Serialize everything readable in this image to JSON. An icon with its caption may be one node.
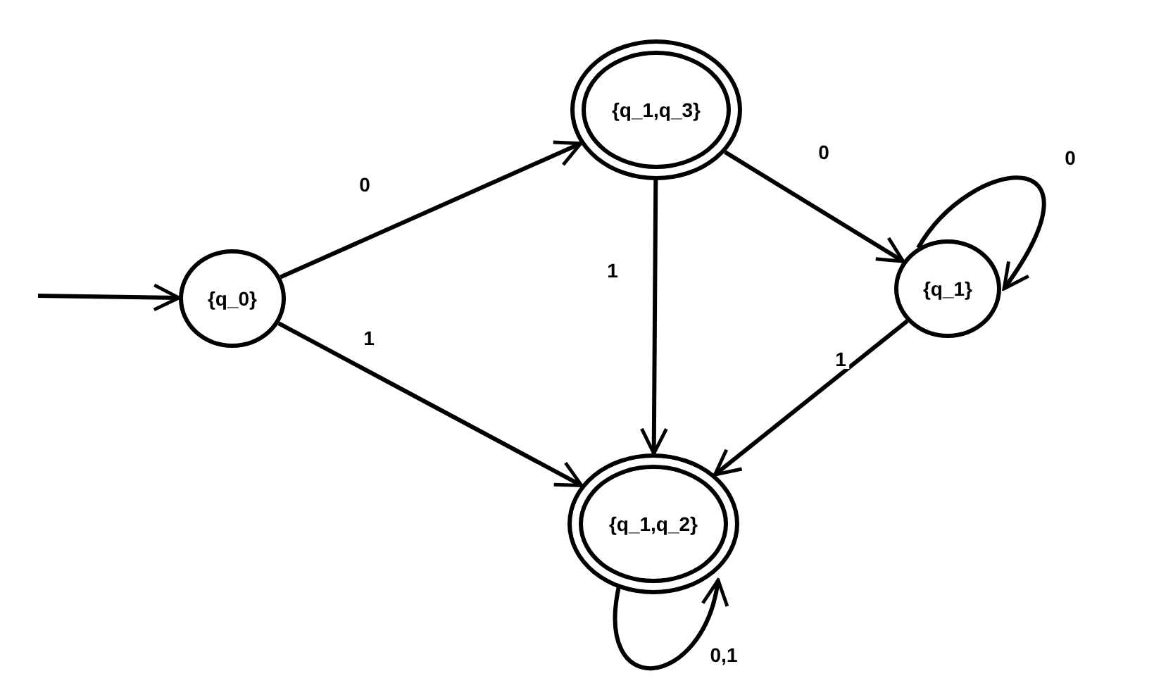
{
  "diagram": {
    "nodes": [
      {
        "text": [
          "{q_0}"
        ]
      },
      {
        "text": [
          "{q_1,q_3}"
        ]
      },
      {
        "text": [
          "{q_1}"
        ]
      },
      {
        "text": [
          "{q_1,q_2}"
        ]
      }
    ],
    "edges": [
      {
        "from": null,
        "to": 0,
        "arrow": "to"
      },
      {
        "from": 0,
        "to": 1,
        "arrow": "to",
        "label": "0"
      },
      {
        "from": 0,
        "to": 3,
        "arrow": "to",
        "label": "1"
      },
      {
        "from": 1,
        "to": 2,
        "arrow": "to",
        "label": "0"
      },
      {
        "from": 1,
        "to": 3,
        "arrow": "to",
        "label": "1"
      },
      {
        "from": 2,
        "to": 2,
        "arrow": "to",
        "label": "0"
      },
      {
        "from": 2,
        "to": 3,
        "arrow": "to",
        "label": "1"
      },
      {
        "from": 3,
        "to": 3,
        "arrow": "to",
        "label": "0,1"
      }
    ]
  }
}
